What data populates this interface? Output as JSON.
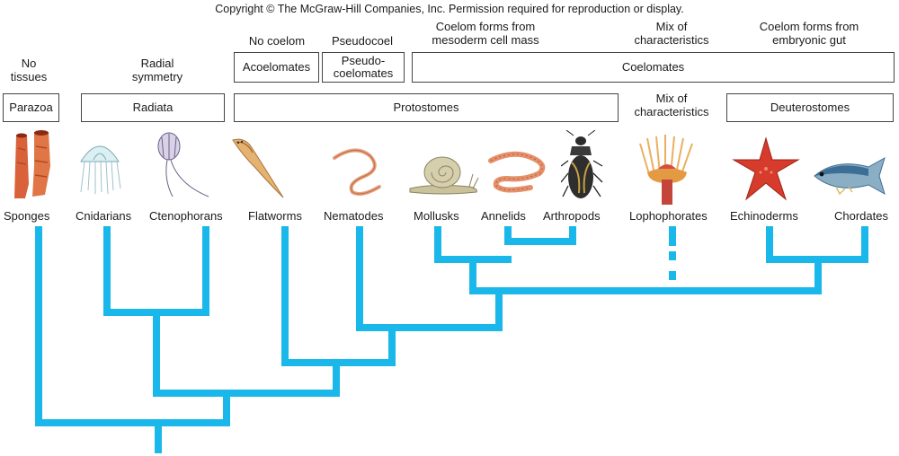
{
  "copyright": "Copyright © The McGraw-Hill Companies, Inc. Permission required for reproduction or display.",
  "headers": {
    "no_tissues": [
      "No",
      "tissues"
    ],
    "radial_symmetry": [
      "Radial",
      "symmetry"
    ],
    "no_coelom": "No coelom",
    "pseudocoel": "Pseudocoel",
    "coelom_mesoderm": [
      "Coelom forms from",
      "mesoderm cell mass"
    ],
    "mix_top": [
      "Mix of",
      "characteristics"
    ],
    "coelom_gut": [
      "Coelom forms from",
      "embryonic gut"
    ],
    "mix_mid": [
      "Mix of",
      "characteristics"
    ]
  },
  "boxes": {
    "acoelomates": "Acoelomates",
    "pseudocoelomates": [
      "Pseudo-",
      "coelomates"
    ],
    "coelomates": "Coelomates",
    "parazoa": "Parazoa",
    "radiata": "Radiata",
    "protostomes": "Protostomes",
    "deuterostomes": "Deuterostomes"
  },
  "taxa": [
    "Sponges",
    "Cnidarians",
    "Ctenophorans",
    "Flatworms",
    "Nematodes",
    "Mollusks",
    "Annelids",
    "Arthropods",
    "Lophophorates",
    "Echinoderms",
    "Chordates"
  ],
  "colors": {
    "tree": "#1ab8ea",
    "box_border": "#444444",
    "sponge": "#d9623a",
    "starfish": "#d63b2c",
    "fish": "#3d6f96"
  }
}
